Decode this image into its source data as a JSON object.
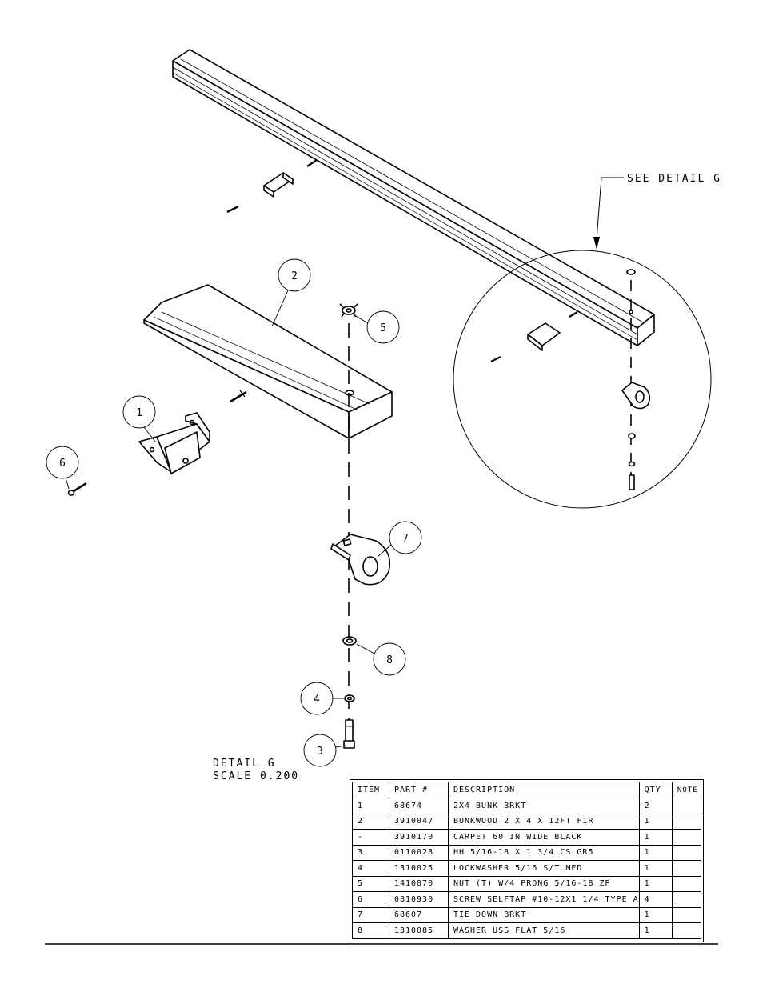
{
  "detail_callout": "SEE DETAIL  G",
  "detail_title": "DETAIL  G",
  "detail_scale": "SCALE  0.200",
  "balloons": [
    "1",
    "2",
    "3",
    "4",
    "5",
    "6",
    "7",
    "8"
  ],
  "bom": {
    "headers": [
      "ITEM",
      "PART #",
      "DESCRIPTION",
      "QTY",
      "NOTE"
    ],
    "rows": [
      [
        "1",
        "68674",
        "2X4 BUNK BRKT",
        "2",
        ""
      ],
      [
        "2",
        "3910047",
        "BUNKWOOD   2 X 4 X 12FT FIR",
        "1",
        ""
      ],
      [
        "-",
        "3910170",
        "CARPET 60 IN WIDE BLACK",
        "1",
        ""
      ],
      [
        "3",
        "0110028",
        "HH 5/16-18 X 1 3/4 CS GR5",
        "1",
        ""
      ],
      [
        "4",
        "1310025",
        "LOCKWASHER 5/16 S/T MED",
        "1",
        ""
      ],
      [
        "5",
        "1410070",
        "NUT (T) W/4 PRONG 5/16-18 ZP",
        "1",
        ""
      ],
      [
        "6",
        "0810930",
        "SCREW SELFTAP #10-12X1 1/4 TYPE A",
        "4",
        ""
      ],
      [
        "7",
        "68607",
        "TIE DOWN BRKT",
        "1",
        ""
      ],
      [
        "8",
        "1310085",
        "WASHER USS FLAT 5/16",
        "1",
        ""
      ]
    ]
  }
}
